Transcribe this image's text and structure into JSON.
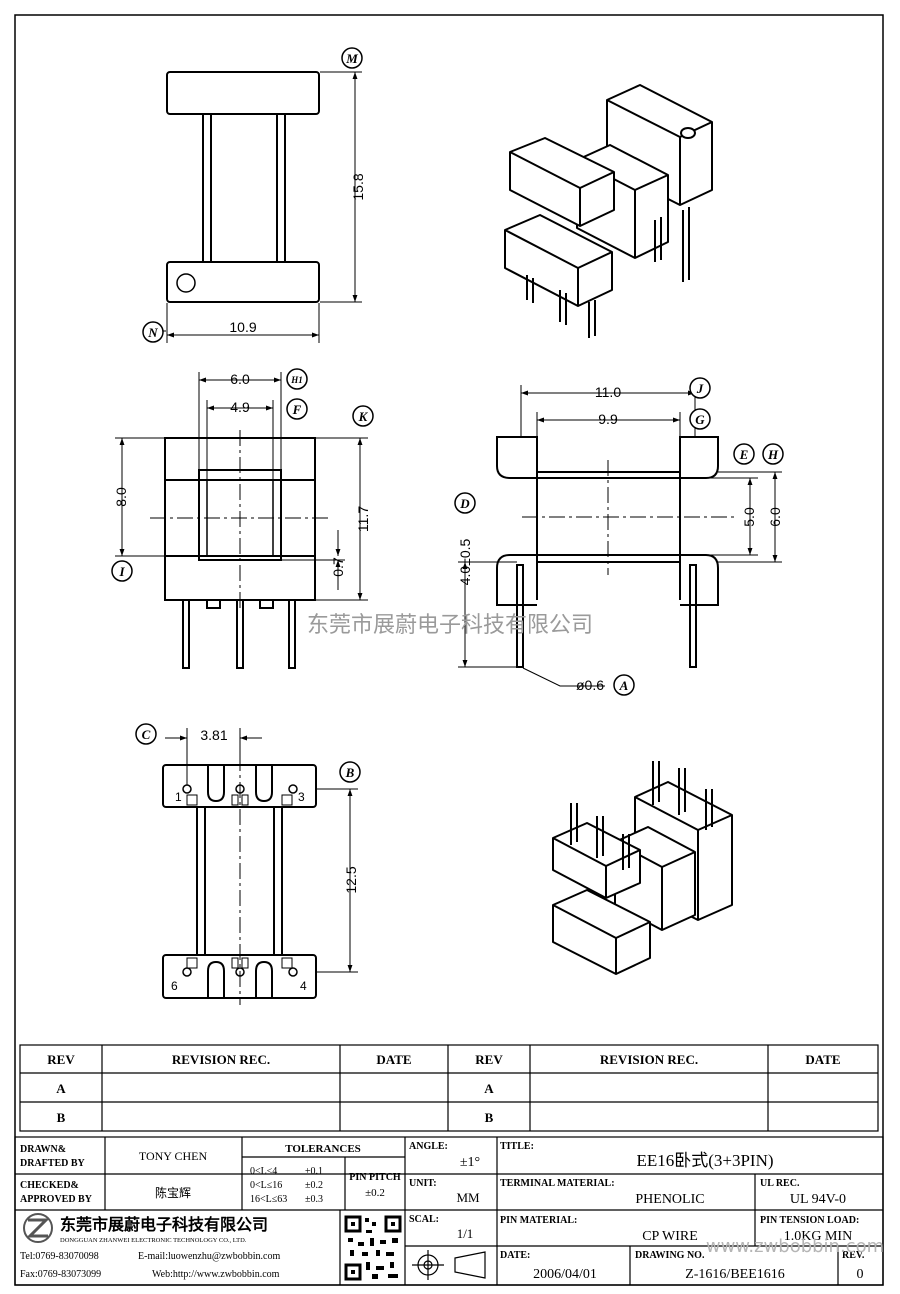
{
  "views": {
    "top": {
      "dim_height": "15.8",
      "dim_width": "10.9",
      "label_top": "M",
      "label_bottom": "N"
    },
    "front": {
      "dim_60": "6.0",
      "dim_49": "4.9",
      "dim_80": "8.0",
      "dim_117": "11.7",
      "dim_07": "0.7",
      "label_H1": "H1",
      "label_F": "F",
      "label_K": "K",
      "label_I": "I"
    },
    "side": {
      "dim_110": "11.0",
      "dim_99": "9.9",
      "dim_50": "5.0",
      "dim_60": "6.0",
      "dim_40": "4.0±0.5",
      "dim_pin": "ø0.6",
      "label_J": "J",
      "label_G": "G",
      "label_E": "E",
      "label_H": "H",
      "label_D": "D",
      "label_A": "A"
    },
    "bottom": {
      "dim_pitch": "3.81",
      "dim_125": "12.5",
      "label_C": "C",
      "label_B": "B",
      "pin1": "1",
      "pin3": "3",
      "pin4": "4",
      "pin6": "6"
    }
  },
  "watermark": "东莞市展蔚电子科技有限公司",
  "revision_table": {
    "headers": [
      "REV",
      "REVISION REC.",
      "DATE",
      "REV",
      "REVISION REC.",
      "DATE"
    ],
    "rows": [
      [
        "A",
        "",
        "",
        "A",
        "",
        ""
      ],
      [
        "B",
        "",
        "",
        "B",
        "",
        ""
      ]
    ]
  },
  "title_block": {
    "drawn_label_1": "DRAWN&",
    "drawn_label_2": "DRAFTED BY",
    "drawn_value": "TONY CHEN",
    "checked_label_1": "CHECKED&",
    "checked_label_2": "APPROVED BY",
    "checked_value": "陈宝辉",
    "tolerances_label": "TOLERANCES",
    "tol_rows": [
      {
        "range": "0<L≤4",
        "value": "±0.1"
      },
      {
        "range": "0<L≤16",
        "value": "±0.2"
      },
      {
        "range": "16<L≤63",
        "value": "±0.3"
      }
    ],
    "pin_pitch_label": "PIN PITCH",
    "pin_pitch_value": "±0.2",
    "angle_label": "ANGLE:",
    "angle_value": "±1°",
    "unit_label": "UNIT:",
    "unit_value": "MM",
    "scale_label": "SCAL:",
    "scale_value": "1/1",
    "title_label": "TITLE:",
    "title_value": "EE16卧式(3+3PIN)",
    "terminal_label": "TERMINAL MATERIAL:",
    "terminal_value": "PHENOLIC",
    "ul_label": "UL REC.",
    "ul_value": "UL 94V-0",
    "pin_material_label": "PIN MATERIAL:",
    "pin_material_value": "CP WIRE",
    "tension_label": "PIN TENSION LOAD:",
    "tension_value": "1.0KG MIN",
    "date_label": "DATE:",
    "date_value": "2006/04/01",
    "drawing_no_label": "DRAWING NO.",
    "drawing_no_value": "Z-1616/BEE1616",
    "rev_label": "REV.",
    "rev_value": "0",
    "company_cn": "东莞市展蔚电子科技有限公司",
    "company_en": "DONGGUAN ZHANWEI ELECTRONIC TECHNOLOGY CO., LTD.",
    "tel": "Tel:0769-83070098",
    "email": "E-mail:luowenzhu@zwbobbin.com",
    "fax": "Fax:0769-83073099",
    "web": "Web:http://www.zwbobbin.com",
    "url_watermark": "www.zwbobbin.com"
  }
}
